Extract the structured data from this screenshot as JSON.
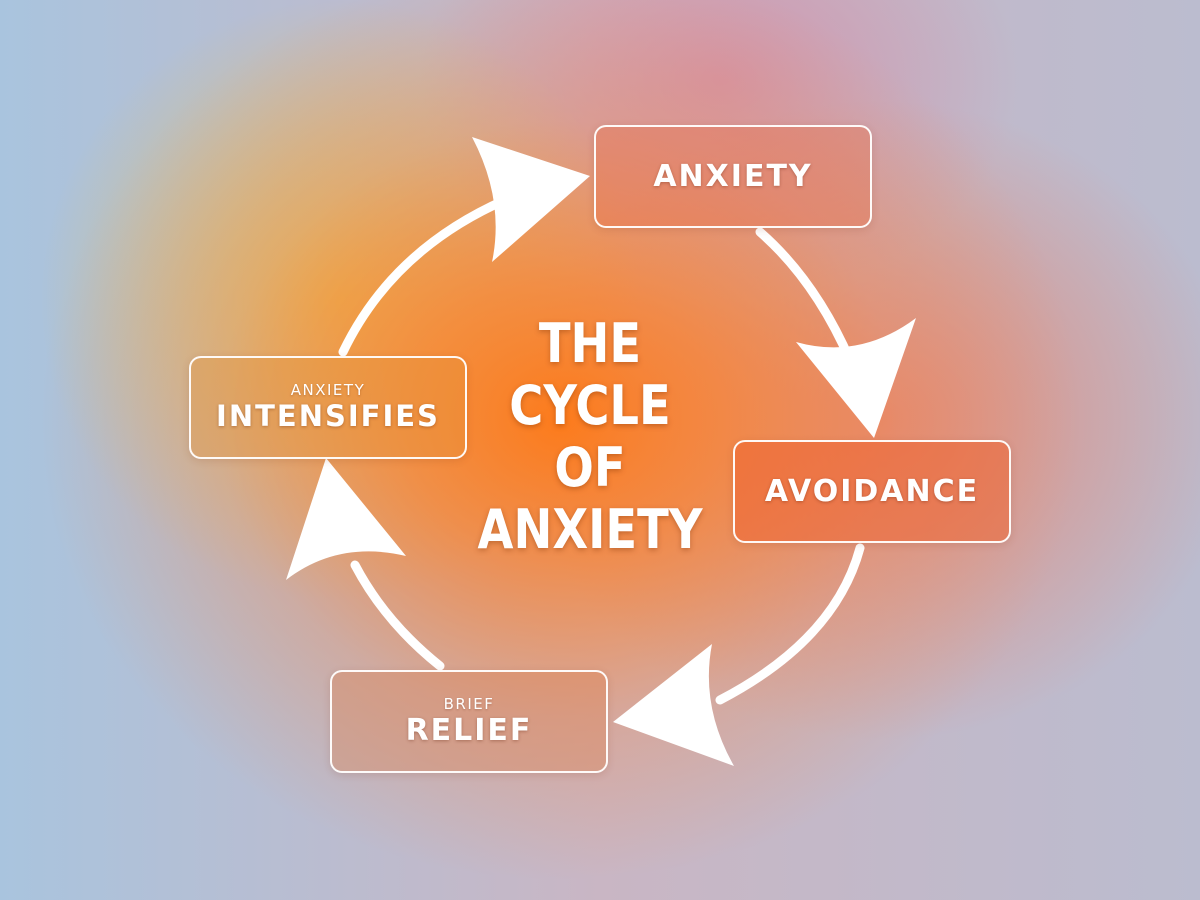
{
  "title": {
    "line1": "THE",
    "line2": "CYCLE",
    "line3": "OF",
    "line4": "ANXIETY"
  },
  "nodes": {
    "anxiety": {
      "main": "ANXIETY"
    },
    "avoidance": {
      "main": "AVOIDANCE"
    },
    "relief": {
      "sub": "BRIEF",
      "main": "RELIEF"
    },
    "intensifies": {
      "sub": "ANXIETY",
      "main": "INTENSIFIES"
    }
  },
  "colors": {
    "center_orange": "#ff7a14",
    "edge_blue": "#a9c4de",
    "stroke": "#ffffff"
  }
}
